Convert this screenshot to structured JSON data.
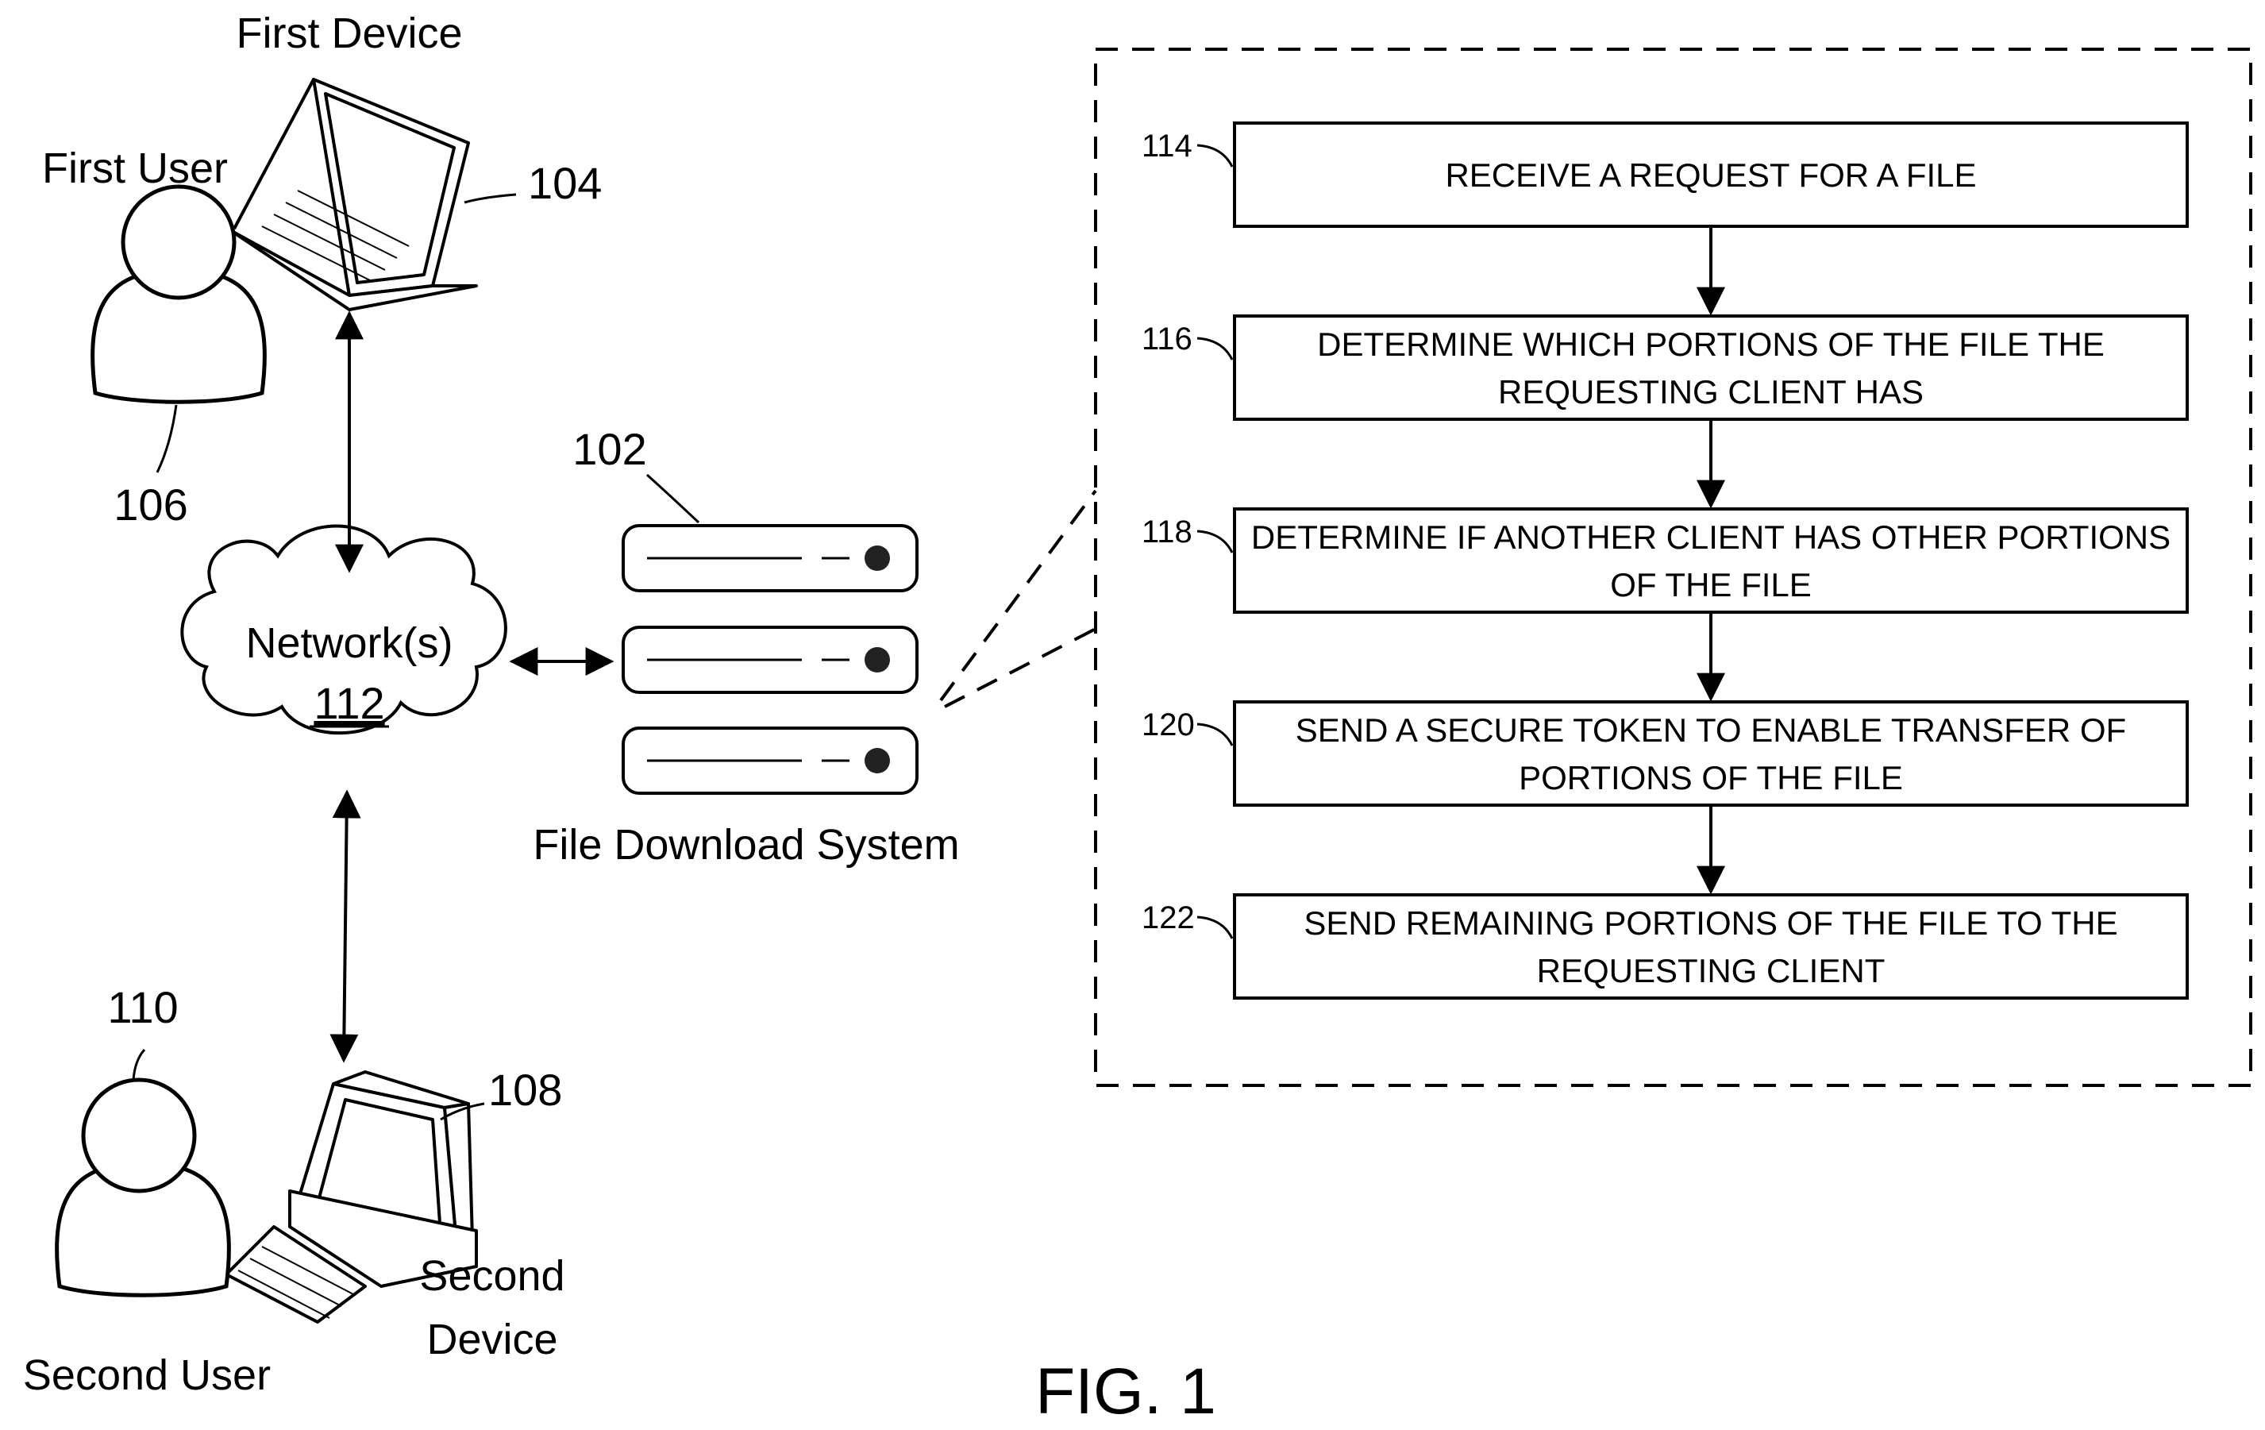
{
  "labels": {
    "first_device": "First Device",
    "first_user": "First User",
    "second_user": "Second User",
    "second_device_line1": "Second",
    "second_device_line2": "Device",
    "network": "Network(s)",
    "file_download_system": "File Download System",
    "figure": "FIG. 1"
  },
  "refs": {
    "first_device": "104",
    "first_user": "106",
    "second_device": "108",
    "second_user": "110",
    "network": "112",
    "file_download_system": "102"
  },
  "flowchart": {
    "steps": [
      {
        "ref": "114",
        "lines": [
          "RECEIVE A REQUEST FOR A FILE"
        ]
      },
      {
        "ref": "116",
        "lines": [
          "DETERMINE WHICH PORTIONS OF THE FILE THE",
          "REQUESTING CLIENT HAS"
        ]
      },
      {
        "ref": "118",
        "lines": [
          "DETERMINE IF ANOTHER CLIENT HAS OTHER PORTIONS",
          "OF THE FILE"
        ]
      },
      {
        "ref": "120",
        "lines": [
          "SEND A SECURE TOKEN TO ENABLE TRANSFER OF",
          "PORTIONS OF THE FILE"
        ]
      },
      {
        "ref": "122",
        "lines": [
          "SEND REMAINING PORTIONS OF THE FILE TO THE",
          "REQUESTING CLIENT"
        ]
      }
    ]
  }
}
